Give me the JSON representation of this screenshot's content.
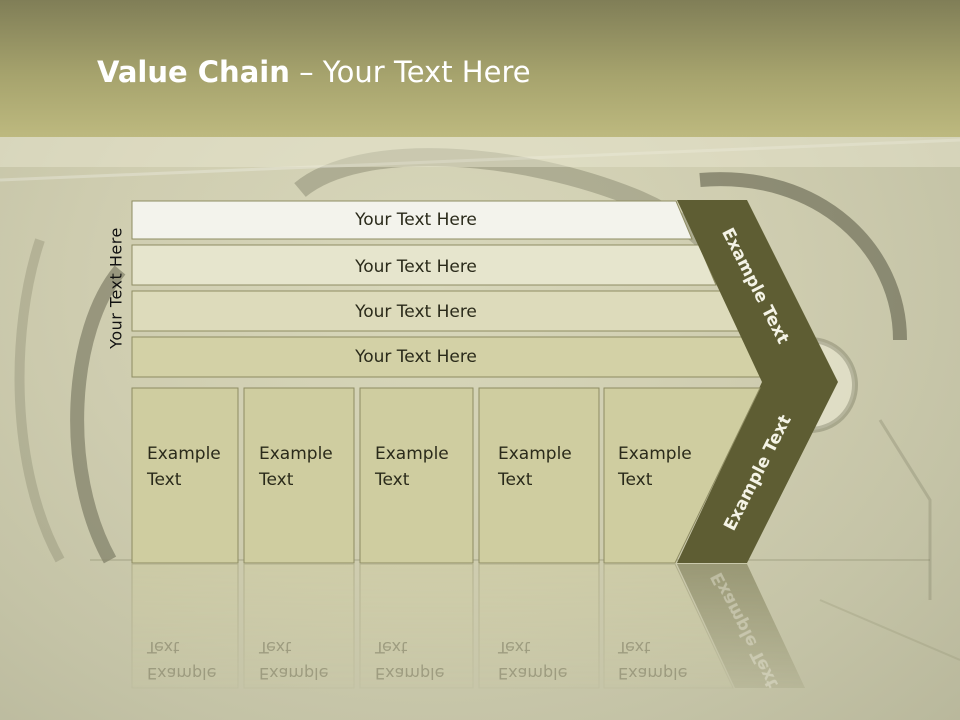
{
  "slide": {
    "title_bold": "Value Chain",
    "title_rest": " – Your Text Here"
  },
  "diagram": {
    "side_label": "Your Text Here",
    "bars": [
      "Your Text Here",
      "Your Text Here",
      "Your Text Here",
      "Your Text Here"
    ],
    "boxes": [
      {
        "line1": "Example",
        "line2": "Text"
      },
      {
        "line1": "Example",
        "line2": "Text"
      },
      {
        "line1": "Example",
        "line2": "Text"
      },
      {
        "line1": "Example",
        "line2": "Text"
      },
      {
        "line1": "Example",
        "line2": "Text"
      }
    ],
    "chevron_top": "Example Text",
    "chevron_bottom": "Example Text",
    "reflection_words": {
      "line1": "Example",
      "line2": "Text"
    }
  },
  "colors": {
    "header": "#a6a36d",
    "bar_fills": [
      "#f3f3ec",
      "#e6e5cd",
      "#dddbbb",
      "#d3d1a6"
    ],
    "box_fill": "#cfcda0",
    "chevron": "#5e5d33"
  }
}
